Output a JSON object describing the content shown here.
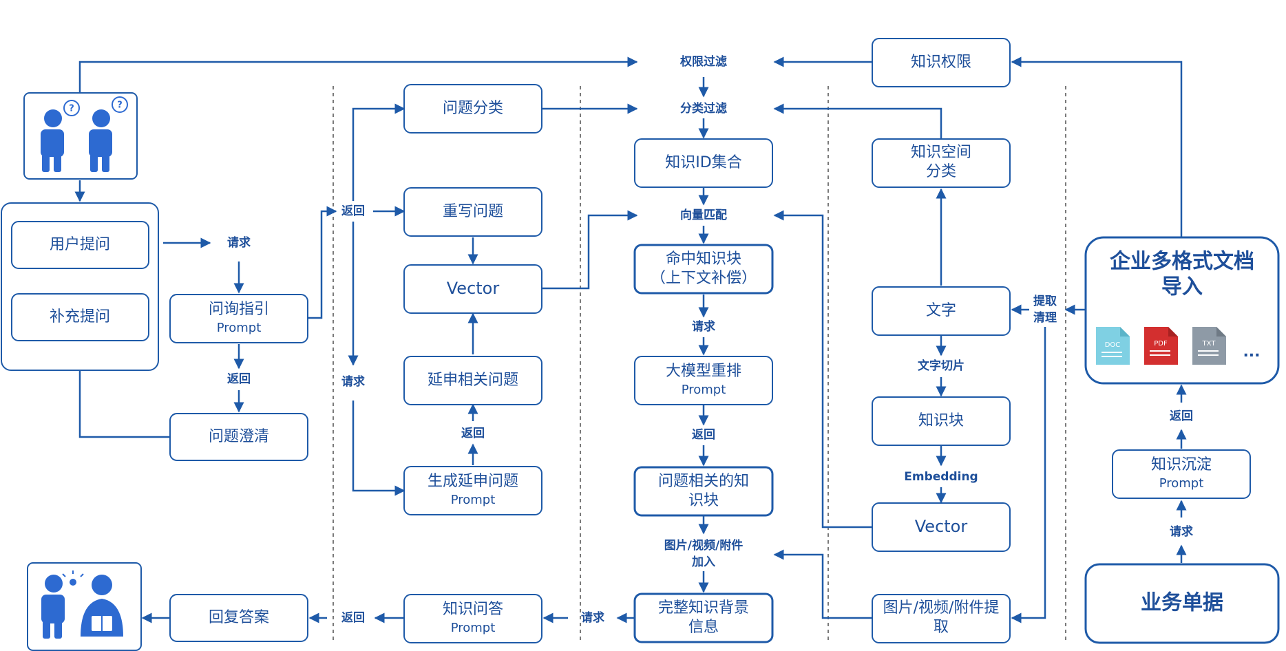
{
  "nodes": {
    "knowledge_permission": "知识权限",
    "permission_filter": "权限过滤",
    "question_classify": "问题分类",
    "category_filter": "分类过滤",
    "knowledge_id_set": "知识ID集合",
    "knowledge_space_1": "知识空间",
    "knowledge_space_2": "分类",
    "user_question": "用户提问",
    "supplement_question": "补充提问",
    "request_1": "请求",
    "inquiry_guide": "问询指引",
    "prompt": "Prompt",
    "return_1": "返回",
    "clarify": "问题澄清",
    "return_2": "返回",
    "rewrite": "重写问题",
    "vector": "Vector",
    "request_2": "请求",
    "extend_related": "延申相关问题",
    "return_3": "返回",
    "generate_extend": "生成延申问题",
    "vector_match": "向量匹配",
    "hit_block_1": "命中知识块",
    "hit_block_2": "（上下文补偿）",
    "request_3": "请求",
    "rerank": "大模型重排",
    "return_4": "返回",
    "related_block_1": "问题相关的知",
    "related_block_2": "识块",
    "media_add_1": "图片/视频/附件",
    "media_add_2": "加入",
    "full_context_1": "完整知识背景",
    "full_context_2": "信息",
    "request_4": "请求",
    "kqa": "知识问答",
    "return_5": "返回",
    "reply": "回复答案",
    "text": "文字",
    "extract_1": "提取",
    "extract_2": "清理",
    "text_split": "文字切片",
    "knowledge_block": "知识块",
    "embedding": "Embedding",
    "media_extract_1": "图片/视频/附件提",
    "media_extract_2": "取",
    "enterprise_docs_1": "企业多格式文档",
    "enterprise_docs_2": "导入",
    "doc_label": "DOC",
    "pdf_label": "PDF",
    "txt_label": "TXT",
    "ellipsis": "...",
    "return_6": "返回",
    "knowledge_deposit": "知识沉淀",
    "request_5": "请求",
    "business_docs": "业务单据"
  },
  "colors": {
    "accent": "#1e5aa8",
    "text": "#1e4f9a",
    "person": "#2d6ad1",
    "doc_icon": "#7fd0e3",
    "pdf_icon": "#d32f2f",
    "txt_icon": "#8e9aa6"
  }
}
